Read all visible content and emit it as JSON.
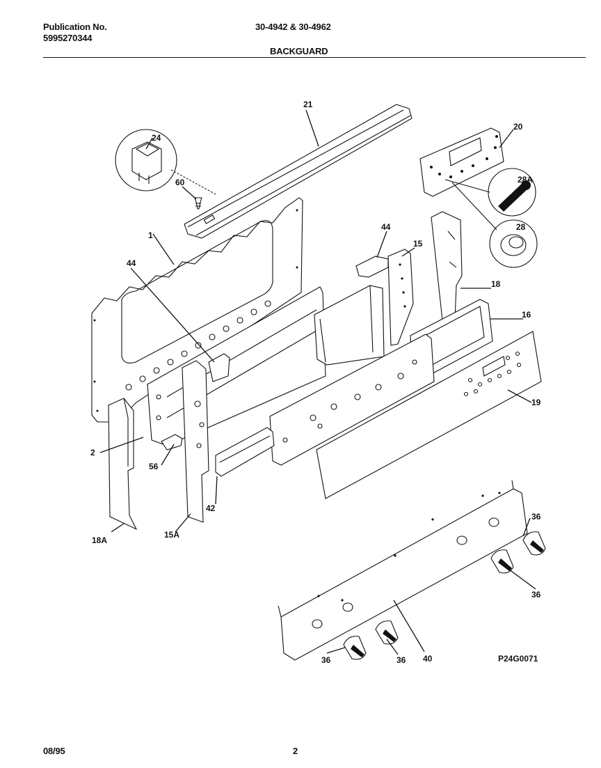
{
  "header": {
    "publication_label": "Publication No.",
    "publication_number": "5995270344",
    "models": "30-4942 & 30-4962",
    "section_title": "BACKGUARD"
  },
  "footer": {
    "date": "08/95",
    "page_number": "2"
  },
  "diagram": {
    "drawing_code": "P24G0071",
    "callouts": {
      "c21": "21",
      "c24": "24",
      "c60": "60",
      "c20": "20",
      "c28a": "28A",
      "c28": "28",
      "c1": "1",
      "c44a": "44",
      "c44b": "44",
      "c15": "15",
      "c18": "18",
      "c16": "16",
      "c19": "19",
      "c2": "2",
      "c56": "56",
      "c42": "42",
      "c18a": "18A",
      "c15a": "15A",
      "c36a": "36",
      "c36b": "36",
      "c36c": "36",
      "c36d": "36",
      "c40": "40"
    }
  }
}
